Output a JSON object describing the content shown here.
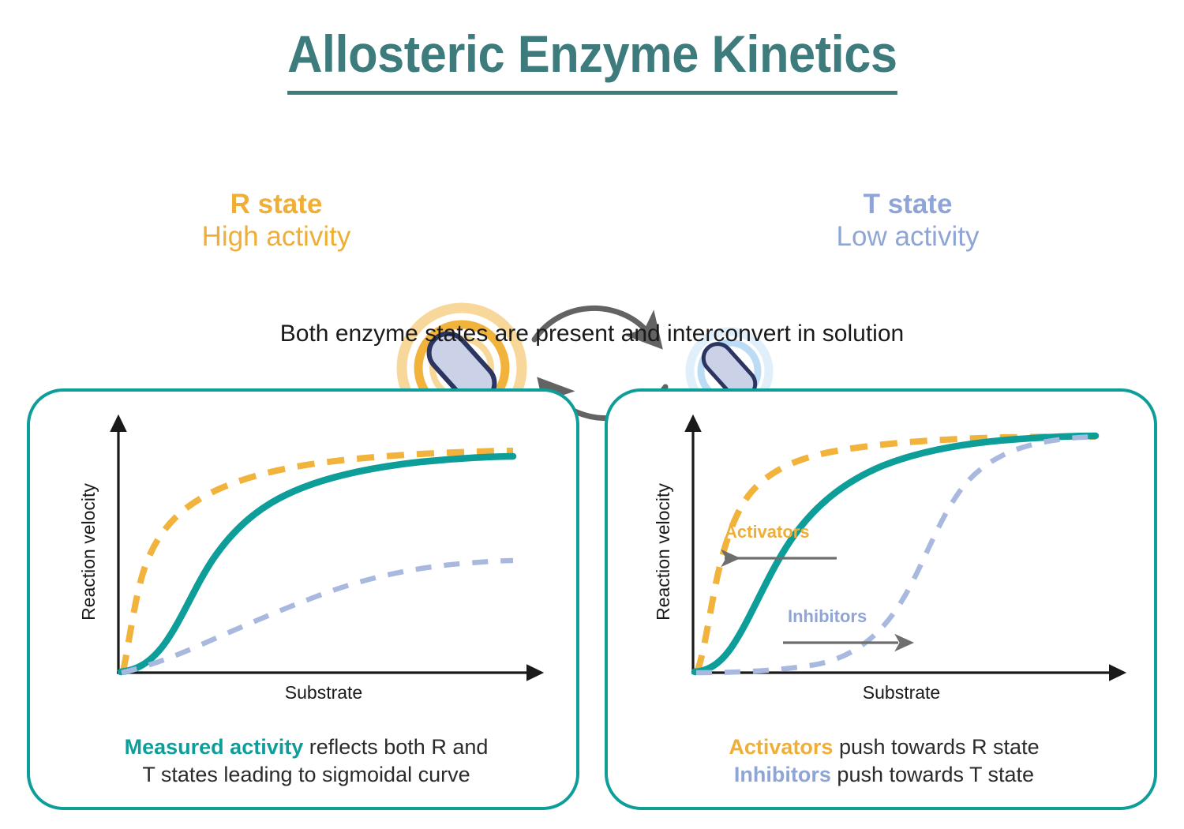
{
  "title": "Allosteric Enzyme Kinetics",
  "states": {
    "r": {
      "name": "R state",
      "desc": "High activity",
      "color": "#efae36",
      "icon": "enzyme-r-state-icon"
    },
    "t": {
      "name": "T state",
      "desc": "Low activity",
      "color": "#8fa5d6",
      "icon": "enzyme-t-state-icon"
    },
    "interconvert_icon": "cycle-arrows-icon",
    "caption": "Both enzyme states are present and interconvert in solution"
  },
  "panels": [
    {
      "id": "left",
      "caption": {
        "bold": "Measured activity",
        "bold_color": "#0d9e99",
        "rest_line1": " reflects both R and",
        "line2": "T states leading to sigmoidal curve"
      }
    },
    {
      "id": "right",
      "caption": {
        "bold1": "Activators",
        "bold1_color": "#efae36",
        "rest1": " push towards R state",
        "bold2": "Inhibitors",
        "bold2_color": "#8fa5d6",
        "rest2": " push towards T state"
      }
    }
  ],
  "chart_data": [
    {
      "type": "line",
      "title": "",
      "xlabel": "Substrate",
      "ylabel": "Reaction velocity",
      "xlim": [
        0,
        10
      ],
      "ylim": [
        0,
        1.05
      ],
      "grid": false,
      "legend": "none",
      "axis_ticks": [],
      "series": [
        {
          "name": "R state",
          "style": "dashed",
          "color": "#f2b33d",
          "description": "hyperbolic Michaelis-Menten curve, high Vmax, low Km",
          "x": [
            0,
            0.3,
            0.6,
            1.0,
            1.5,
            2.0,
            2.5,
            3.0,
            3.5,
            4.0,
            5.0,
            6.0,
            7.0,
            8.0,
            9.0,
            10.0
          ],
          "y": [
            0.0,
            0.21,
            0.35,
            0.5,
            0.62,
            0.7,
            0.76,
            0.8,
            0.83,
            0.855,
            0.89,
            0.91,
            0.925,
            0.935,
            0.94,
            0.945
          ]
        },
        {
          "name": "Measured activity",
          "style": "solid",
          "color": "#0d9e99",
          "description": "sigmoidal cooperative curve",
          "x": [
            0,
            0.5,
            1.0,
            1.5,
            2.0,
            2.5,
            3.0,
            3.5,
            4.0,
            4.5,
            5.0,
            6.0,
            7.0,
            8.0,
            9.0,
            10.0
          ],
          "y": [
            0.0,
            0.02,
            0.07,
            0.16,
            0.29,
            0.44,
            0.58,
            0.7,
            0.78,
            0.835,
            0.87,
            0.905,
            0.92,
            0.925,
            0.928,
            0.93
          ]
        },
        {
          "name": "T state",
          "style": "dashed",
          "color": "#a9b8de",
          "description": "hyperbolic curve, low Vmax, high Km",
          "x": [
            0,
            0.5,
            1.0,
            1.5,
            2.0,
            3.0,
            4.0,
            5.0,
            6.0,
            7.0,
            8.0,
            9.0,
            10.0
          ],
          "y": [
            0.0,
            0.035,
            0.075,
            0.115,
            0.155,
            0.225,
            0.285,
            0.335,
            0.375,
            0.405,
            0.425,
            0.438,
            0.445
          ]
        }
      ],
      "annotations": []
    },
    {
      "type": "line",
      "title": "",
      "xlabel": "Substrate",
      "ylabel": "Reaction velocity",
      "xlim": [
        0,
        10
      ],
      "ylim": [
        0,
        1.05
      ],
      "grid": false,
      "legend": "none",
      "axis_ticks": [],
      "series": [
        {
          "name": "Activators",
          "style": "dashed",
          "color": "#f2b33d",
          "description": "sigmoidal curve shifted left (lower K0.5)",
          "x": [
            0,
            0.2,
            0.4,
            0.6,
            0.8,
            1.0,
            1.3,
            1.6,
            2.0,
            2.5,
            3.0,
            4.0,
            5.0,
            6.0,
            7.0,
            8.0,
            9.0,
            10.0
          ],
          "y": [
            0.0,
            0.05,
            0.22,
            0.45,
            0.62,
            0.72,
            0.81,
            0.865,
            0.9,
            0.925,
            0.94,
            0.955,
            0.962,
            0.967,
            0.97,
            0.972,
            0.974,
            0.975
          ]
        },
        {
          "name": "Measured activity",
          "style": "solid",
          "color": "#0d9e99",
          "description": "reference sigmoidal cooperative curve",
          "x": [
            0,
            0.5,
            1.0,
            1.5,
            2.0,
            2.5,
            3.0,
            3.5,
            4.0,
            4.5,
            5.0,
            6.0,
            7.0,
            8.0,
            9.0,
            10.0
          ],
          "y": [
            0.0,
            0.035,
            0.1,
            0.2,
            0.33,
            0.48,
            0.62,
            0.73,
            0.81,
            0.865,
            0.9,
            0.94,
            0.957,
            0.965,
            0.968,
            0.97
          ]
        },
        {
          "name": "Inhibitors",
          "style": "dashed",
          "color": "#a9b8de",
          "description": "sigmoidal curve shifted right (higher K0.5)",
          "x": [
            0,
            1.0,
            2.0,
            2.8,
            3.4,
            4.0,
            4.6,
            5.2,
            5.8,
            6.4,
            7.0,
            8.0,
            9.0,
            10.0
          ],
          "y": [
            0.0,
            0.005,
            0.02,
            0.055,
            0.11,
            0.21,
            0.36,
            0.53,
            0.68,
            0.79,
            0.865,
            0.935,
            0.96,
            0.968
          ]
        }
      ],
      "annotations": [
        {
          "text": "Activators",
          "color": "#efae36",
          "arrow": "left-arrow-icon",
          "arrow_color": "#6e6e6e"
        },
        {
          "text": "Inhibitors",
          "color": "#8fa5d6",
          "arrow": "right-arrow-icon",
          "arrow_color": "#6e6e6e"
        }
      ]
    }
  ],
  "colors": {
    "title_teal": "#3d7b7d",
    "panel_teal": "#0d9e99",
    "orange": "#efae36",
    "orange_ring_light": "#f7d79a",
    "periwinkle": "#8fa5d6",
    "blue_ring_light": "#cfe2f5",
    "capsule_fill": "#cbd2e8",
    "capsule_stroke": "#2c3560",
    "arrow_gray": "#636363",
    "axis_black": "#1a1a1a"
  }
}
